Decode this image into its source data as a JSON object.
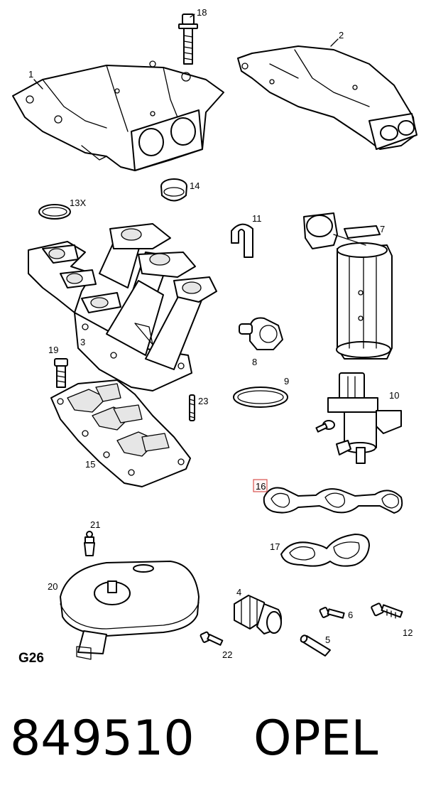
{
  "group_code": "G26",
  "part_number": "849510",
  "brand": "OPEL",
  "highlighted_label": "16",
  "colors": {
    "line": "#000000",
    "background": "#ffffff",
    "highlight": "#d9534f"
  },
  "callouts": {
    "c1": "1",
    "c2": "2",
    "c3": "3",
    "c4": "4",
    "c5": "5",
    "c6": "6",
    "c7": "7",
    "c8": "8",
    "c9": "9",
    "c10": "10",
    "c11": "11",
    "c12": "12",
    "c13": "13X",
    "c14": "14",
    "c15": "15",
    "c16": "16",
    "c17": "17",
    "c18": "18",
    "c19": "19",
    "c20": "20",
    "c21": "21",
    "c22": "22",
    "c23": "23"
  }
}
